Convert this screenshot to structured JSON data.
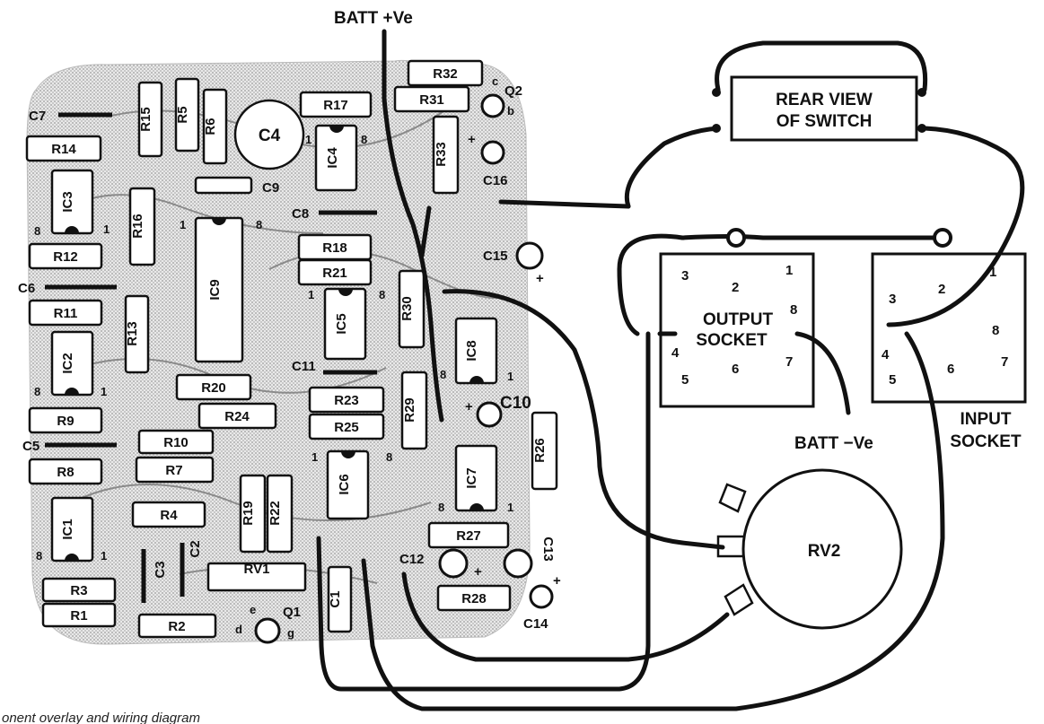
{
  "diagram": {
    "labels": {
      "batt_pos": "BATT +Ve",
      "batt_neg": "BATT −Ve",
      "switch_line1": "REAR VIEW",
      "switch_line2": "OF SWITCH",
      "output_line1": "OUTPUT",
      "output_line2": "SOCKET",
      "input_line1": "INPUT",
      "input_line2": "SOCKET",
      "rv2": "RV2",
      "caption": "onent overlay and wiring diagram"
    },
    "resistors": [
      "R1",
      "R2",
      "R3",
      "R4",
      "R5",
      "R6",
      "R7",
      "R8",
      "R9",
      "R10",
      "R11",
      "R12",
      "R13",
      "R14",
      "R15",
      "R16",
      "R17",
      "R18",
      "R19",
      "R20",
      "R21",
      "R22",
      "R23",
      "R24",
      "R25",
      "R26",
      "R27",
      "R28",
      "R29",
      "R30",
      "R31",
      "R32",
      "R33"
    ],
    "ics": [
      "IC1",
      "IC2",
      "IC3",
      "IC4",
      "IC5",
      "IC6",
      "IC7",
      "IC8",
      "IC9"
    ],
    "capacitors": [
      "C1",
      "C2",
      "C3",
      "C4",
      "C5",
      "C6",
      "C7",
      "C8",
      "C9",
      "C10",
      "C11",
      "C12",
      "C13",
      "C14",
      "C15",
      "C16"
    ],
    "others": {
      "rv1": "RV1",
      "q1": "Q1",
      "q2": "Q2"
    },
    "pin_marks": {
      "one": "1",
      "eight": "8",
      "c": "c",
      "b": "b",
      "e": "e",
      "d": "d",
      "g": "g",
      "plus": "+"
    },
    "output_pins": [
      "1",
      "2",
      "3",
      "4",
      "5",
      "6",
      "7",
      "8"
    ],
    "input_pins": [
      "1",
      "2",
      "3",
      "4",
      "5",
      "6",
      "7",
      "8"
    ]
  }
}
